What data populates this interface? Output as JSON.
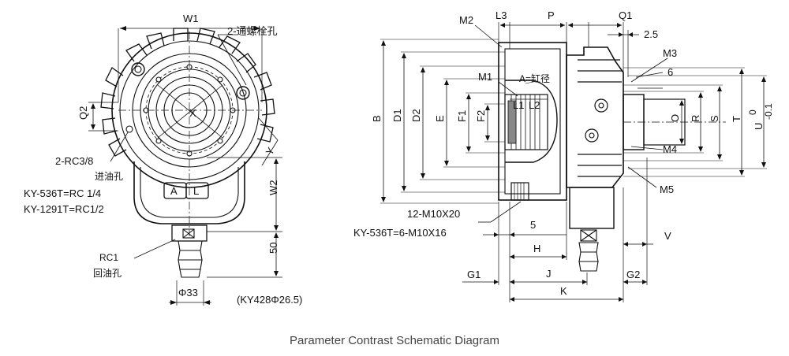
{
  "caption": "Parameter Contrast Schematic Diagram",
  "front_view": {
    "dim_w1": "W1",
    "bolt_hole": "2-通螺栓孔",
    "dim_q2": "Q2",
    "dim_x": "X",
    "dim_y": "Y",
    "inlet_thread": "2-RC3/8",
    "inlet_label": "进油孔",
    "model_536": "KY-536T=RC 1/4",
    "model_1291": "KY-1291T=RC1/2",
    "badge_a": "A",
    "badge_l": "L",
    "dim_w2": "W2",
    "dim_50": "50",
    "return_thread": "RC1",
    "return_label": "回油孔",
    "dim_phi33": "Φ33",
    "note_428": "(KY428Φ26.5)"
  },
  "side_view": {
    "m2": "M2",
    "l3": "L3",
    "p": "P",
    "q1": "Q1",
    "d25": "2.5",
    "m3": "M3",
    "d6": "6",
    "m1": "M1",
    "cyl": "A=缸径",
    "l1": "L1",
    "l2": "L2",
    "b": "B",
    "d1": "D1",
    "d2": "D2",
    "e": "E",
    "f1": "F1",
    "f2": "F2",
    "o": "O",
    "r": "R",
    "s": "S",
    "t": "T",
    "u": "U",
    "u_tol_top": "0",
    "u_tol_bot": "-0.1",
    "m4": "M4",
    "m5": "M5",
    "bolt_12": "12-M10X20",
    "bolt_536": "KY-536T=6-M10X16",
    "d5": "5",
    "h": "H",
    "v": "V",
    "g1": "G1",
    "j": "J",
    "g2": "G2",
    "k": "K"
  }
}
